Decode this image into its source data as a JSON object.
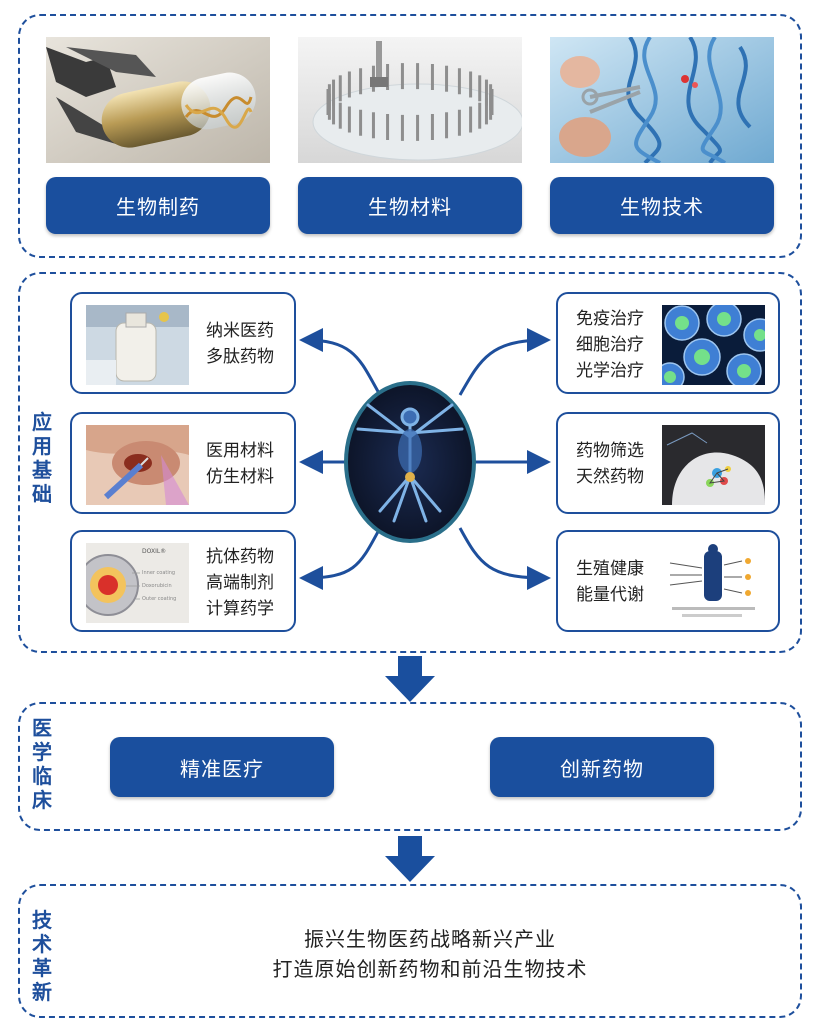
{
  "top": {
    "items": [
      {
        "label": "生物制药",
        "image": "robot-arm-capsule-dna-photo"
      },
      {
        "label": "生物材料",
        "image": "pins-on-petri-dish-photo"
      },
      {
        "label": "生物技术",
        "image": "scissors-cutting-dna-photo"
      }
    ]
  },
  "application": {
    "label": "应用基础",
    "center_image": "human-body-figure",
    "left_cards": [
      {
        "lines": [
          "纳米医药",
          "多肽药物"
        ],
        "image": "lab-bottle-photo"
      },
      {
        "lines": [
          "医用材料",
          "仿生材料"
        ],
        "image": "syringe-injection-photo"
      },
      {
        "lines": [
          "抗体药物",
          "高端制剂",
          "计算药学"
        ],
        "image": "liposome-diagram",
        "image_text": [
          "DOXIL®",
          "Inner coating",
          "Doxorubicin",
          "Outer coating"
        ]
      }
    ],
    "right_cards": [
      {
        "lines": [
          "免疫治疗",
          "细胞治疗",
          "光学治疗"
        ],
        "image": "cells-micrograph"
      },
      {
        "lines": [
          "药物筛选",
          "天然药物"
        ],
        "image": "molecular-docking-render"
      },
      {
        "lines": [
          "生殖健康",
          "能量代谢"
        ],
        "image": "metabolism-diagram"
      }
    ]
  },
  "clinical": {
    "label": "医学临床",
    "buttons": [
      "精准医疗",
      "创新药物"
    ]
  },
  "tech": {
    "label": "技术革新",
    "lines": [
      "振兴生物医药战略新兴产业",
      "打造原始创新药物和前沿生物技术"
    ]
  },
  "colors": {
    "accent": "#1a4f9e",
    "border": "#1e4f9c"
  }
}
